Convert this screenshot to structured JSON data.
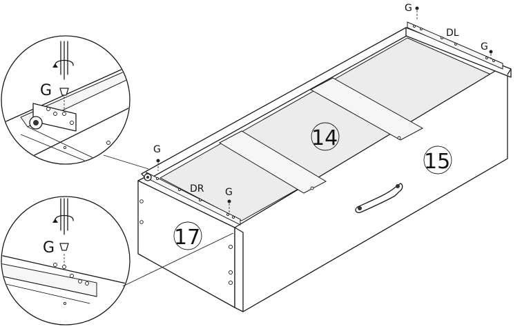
{
  "labels": {
    "screw_label": "G",
    "left_runner": "DL",
    "right_runner": "DR",
    "part_bottom": "14",
    "part_side": "15",
    "part_front": "17"
  }
}
